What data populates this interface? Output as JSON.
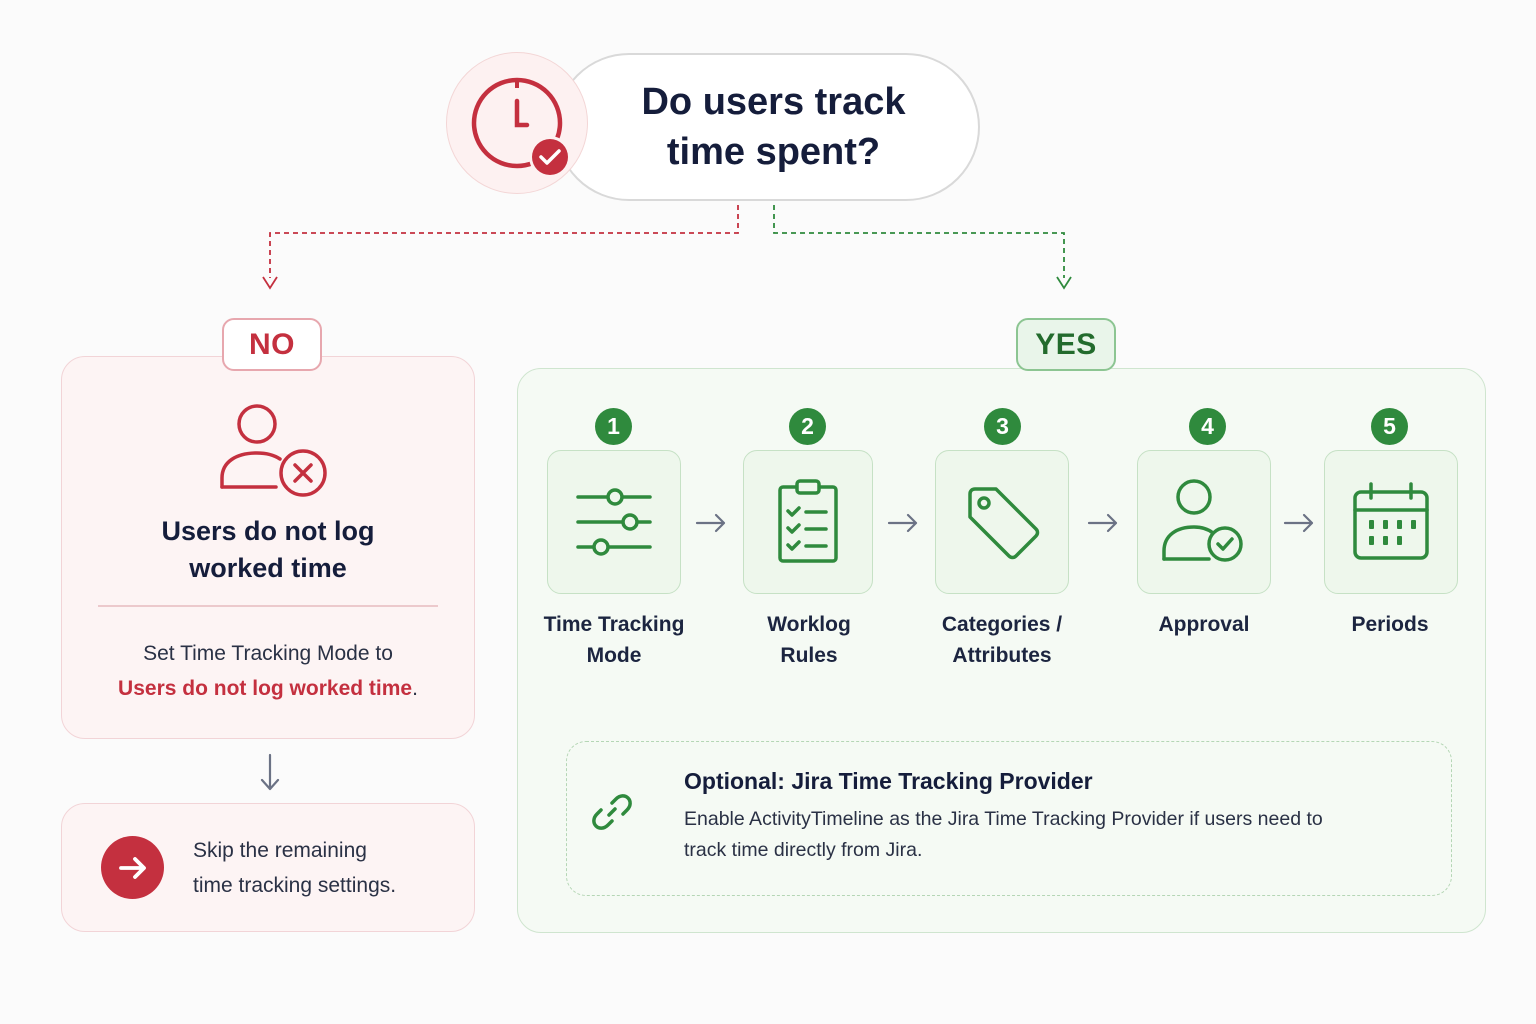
{
  "question": {
    "line1": "Do users track",
    "line2": "time spent?"
  },
  "no_branch": {
    "badge": "NO",
    "title_line1": "Users do not log",
    "title_line2": "worked time",
    "desc_prefix": "Set Time Tracking Mode to",
    "desc_highlight": "Users do not log worked time",
    "desc_suffix": ".",
    "skip_line1": "Skip the remaining",
    "skip_line2": "time tracking settings."
  },
  "yes_branch": {
    "badge": "YES",
    "steps": [
      {
        "number": "1",
        "label_line1": "Time Tracking",
        "label_line2": "Mode",
        "icon": "sliders-icon"
      },
      {
        "number": "2",
        "label_line1": "Worklog",
        "label_line2": "Rules",
        "icon": "clipboard-checklist-icon"
      },
      {
        "number": "3",
        "label_line1": "Categories /",
        "label_line2": "Attributes",
        "icon": "tag-icon"
      },
      {
        "number": "4",
        "label_line1": "Approval",
        "label_line2": "",
        "icon": "user-check-icon"
      },
      {
        "number": "5",
        "label_line1": "Periods",
        "label_line2": "",
        "icon": "calendar-icon"
      }
    ],
    "optional": {
      "title": "Optional: Jira Time Tracking Provider",
      "desc_line1": "Enable ActivityTimeline as the Jira Time Tracking Provider if users need to",
      "desc_line2": "track time directly from Jira.",
      "icon": "link-icon"
    }
  },
  "colors": {
    "no": "#c4303f",
    "yes": "#2f8a3d",
    "text": "#151d3b"
  }
}
